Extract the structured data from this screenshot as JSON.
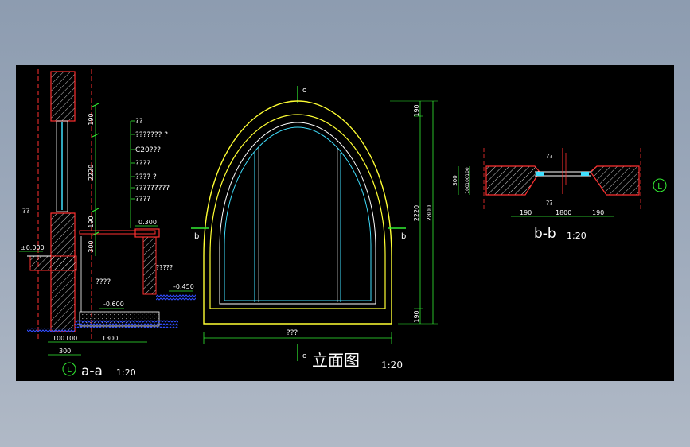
{
  "colors": {
    "background": "#000000",
    "wall": "#ff3030",
    "arch_outer": "#ffff33",
    "arch_inner": "#ffffff",
    "glass": "#40e0ff",
    "dimension": "#33ee33",
    "text": "#ffffff",
    "hatch": "#ffffff",
    "ground": "#2f4cff"
  },
  "section_aa": {
    "label": "a-a",
    "scale": "1:20",
    "grid_marker": "L",
    "dims_vertical": [
      "190",
      "2220",
      "190",
      "300"
    ],
    "dims_horizontal_bottom": [
      "100",
      "100",
      "1300"
    ],
    "dim_total_bottom": "300",
    "level_top": "0.300",
    "level_left": "±0.000",
    "level_water": "-0.450",
    "level_bottom": "-0.600",
    "left_note": "??",
    "pool_note": "????",
    "pool_note2": "?????",
    "legend_notes": [
      "??",
      "??????? ?",
      "C20???",
      "????",
      "???? ?",
      "?????????",
      "????"
    ]
  },
  "elevation": {
    "title": "立面图",
    "scale": "1:20",
    "axis_top": "o",
    "axis_bottom": "o",
    "cut_left": "b",
    "cut_right": "b",
    "width_label": "???",
    "dims_right": [
      "190",
      "2220",
      "190"
    ],
    "dim_total": "2800"
  },
  "section_bb": {
    "label": "b-b",
    "scale": "1:20",
    "grid_marker": "L",
    "top_note": "??",
    "mid_note": "??",
    "dims_left": [
      "300",
      "100",
      "100",
      "100"
    ],
    "dims_bottom": [
      "190",
      "1800",
      "190"
    ]
  }
}
